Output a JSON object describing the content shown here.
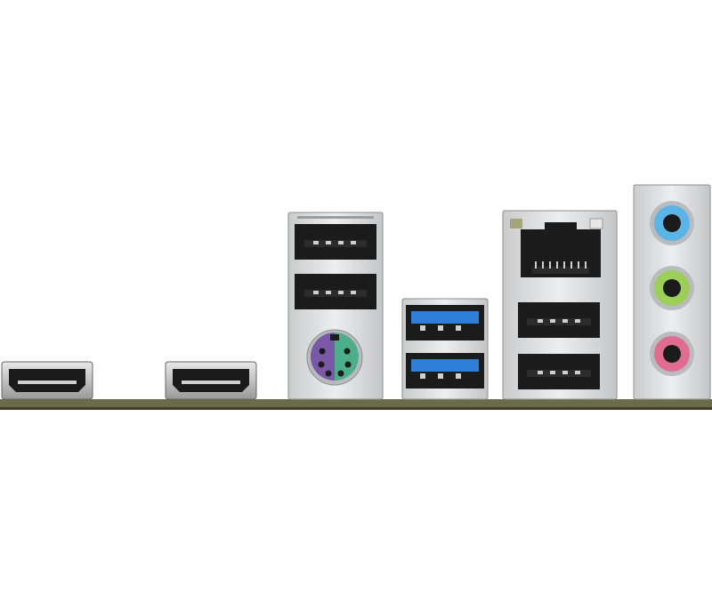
{
  "scene": {
    "background": "#ffffff",
    "pcb_color": "#6b6a4a",
    "port_group": [
      {
        "name": "hdmi-port-1",
        "kind": "hdmi"
      },
      {
        "name": "hdmi-port-2",
        "kind": "hdmi"
      },
      {
        "name": "usb2-ps2-combo",
        "kind": "usb2-x2-ps2"
      },
      {
        "name": "usb3-stack",
        "kind": "usb3-x2"
      },
      {
        "name": "lan-usb-combo",
        "kind": "rj45-usb2-x2"
      },
      {
        "name": "audio-jack-stack",
        "kind": "audio-x3"
      }
    ],
    "colors": {
      "usb3_blue": "#2f7fd6",
      "ps2_purple": "#7a5aa6",
      "ps2_green": "#4cae8a",
      "audio_blue": "#5ab4e6",
      "audio_green": "#9ccf5a",
      "audio_pink": "#e06c8f",
      "metal": "#d9dbdd",
      "port_black": "#1b1b1b"
    }
  }
}
